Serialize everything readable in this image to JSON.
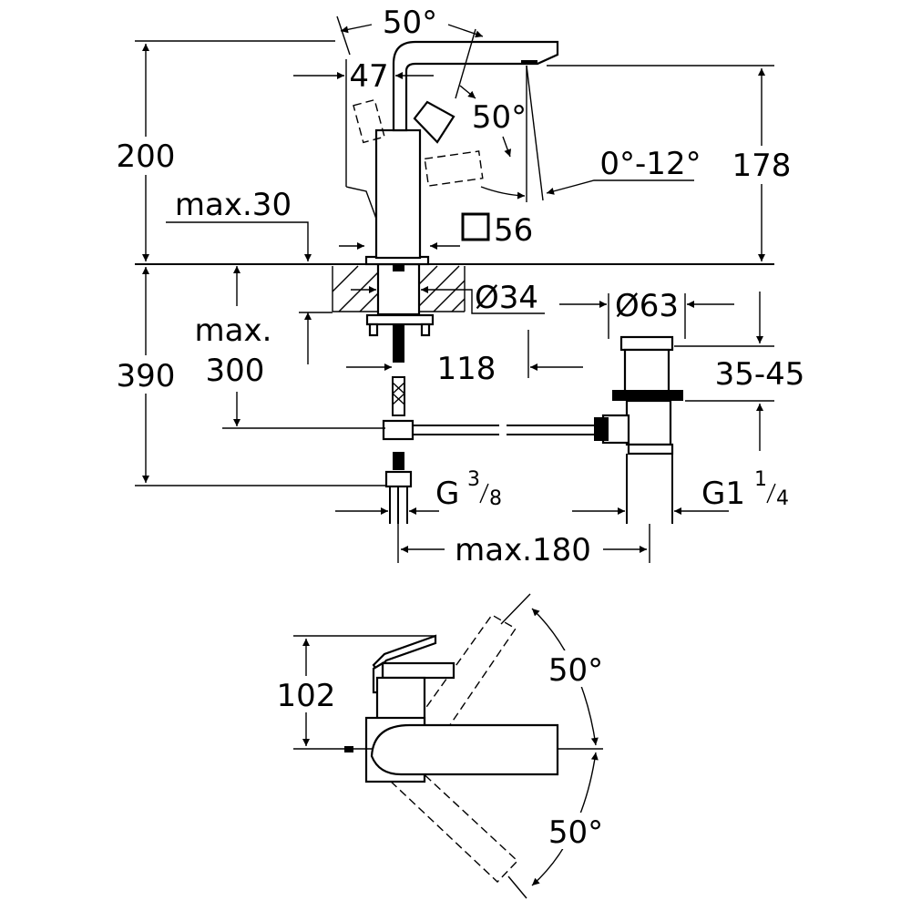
{
  "drawing": {
    "front_view": {
      "angle_spout_swivel": "50°",
      "dim_lever_offset": "47",
      "angle_lever_tilt": "50°",
      "angle_spout_tilt": "0°-12°",
      "dim_total_height": "200",
      "dim_spout_height": "178",
      "dim_deck_thickness": "max.30",
      "dim_body_square": "56",
      "dim_hole_diameter": "Ø34",
      "dim_waste_diameter": "Ø63",
      "dim_below_deck_line1": "max.",
      "dim_below_deck_line2": "300",
      "dim_below_deck_total": "390",
      "dim_pipe_offset": "118",
      "dim_waste_range": "35-45",
      "thread_inlet_main": "G",
      "thread_inlet_num": "3",
      "thread_inlet_den": "8",
      "thread_waste_main": "G1",
      "thread_waste_num": "1",
      "thread_waste_den": "4",
      "dim_max_spacing": "max.180"
    },
    "top_view": {
      "dim_depth": "102",
      "angle_rotate_up": "50°",
      "angle_rotate_down": "50°"
    }
  }
}
